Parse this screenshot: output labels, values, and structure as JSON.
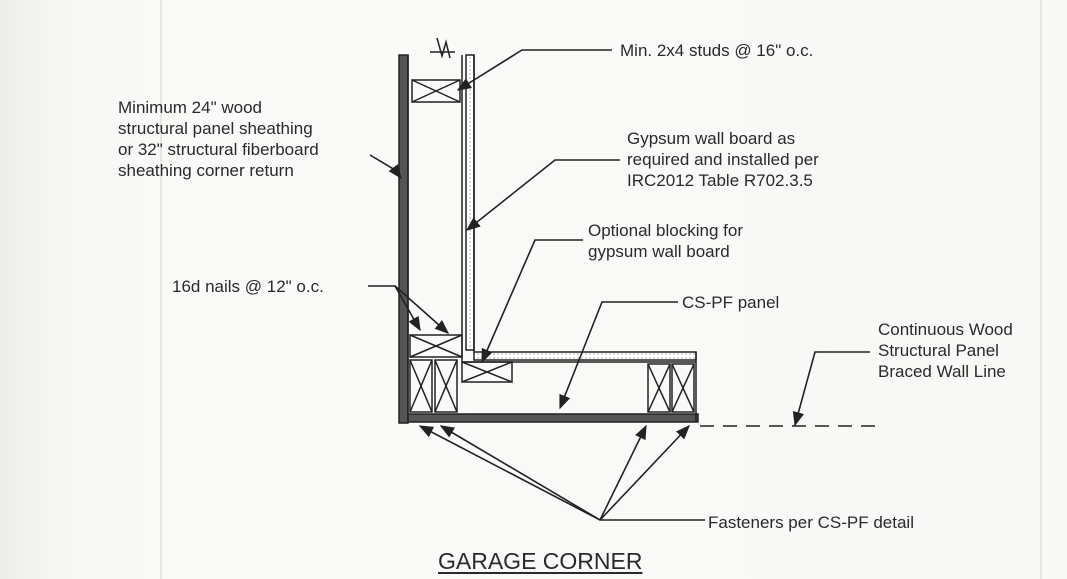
{
  "title": "GARAGE CORNER",
  "labels": {
    "studs": "Min. 2x4 studs @ 16\" o.c.",
    "sheathing_corner": [
      "Minimum 24\" wood",
      "structural panel sheathing",
      "or 32\" structural fiberboard",
      "sheathing corner return"
    ],
    "gypsum": [
      "Gypsum wall board as",
      "required and installed per",
      "IRC2012 Table R702.3.5"
    ],
    "blocking": [
      "Optional blocking for",
      "gypsum wall board"
    ],
    "nails": "16d nails @ 12\" o.c.",
    "cspf_panel": "CS-PF panel",
    "braced_wall": [
      "Continuous Wood",
      "Structural Panel",
      "Braced Wall Line"
    ],
    "fasteners": "Fasteners per CS-PF detail"
  }
}
